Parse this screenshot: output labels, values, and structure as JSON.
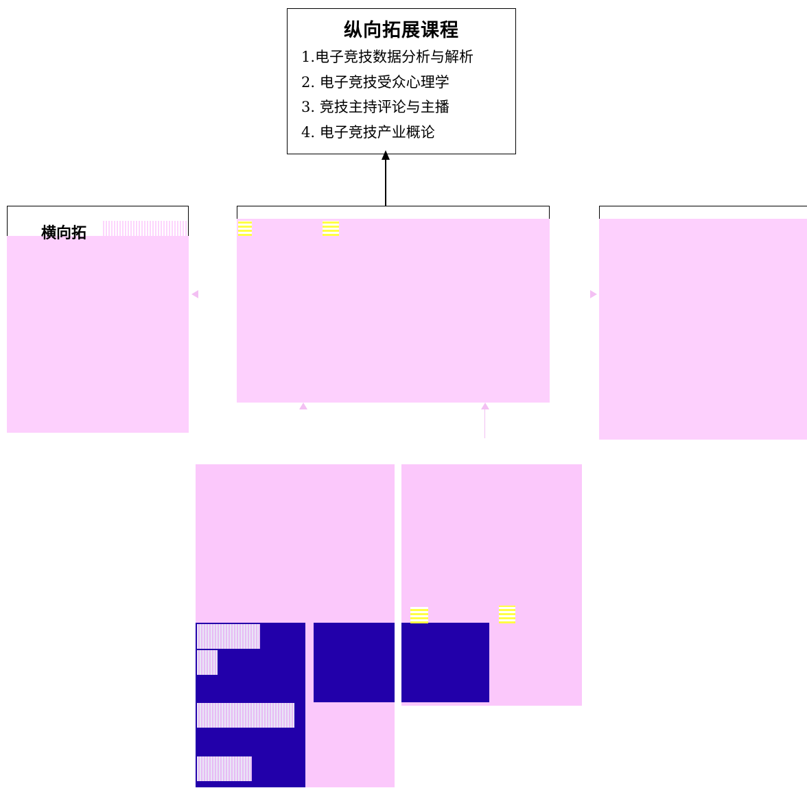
{
  "top_box": {
    "title": "纵向拓展课程",
    "items": [
      "1.电子竞技数据分析与解析",
      "2. 电子竞技受众心理学",
      "3. 竞技主持评论与主播",
      "4. 电子竞技产业概论"
    ]
  },
  "left_box": {
    "title": "横向拓"
  },
  "colors": {
    "pink_fill": "#fdd0fd",
    "navy_fill": "#2200aa",
    "border": "#000000"
  }
}
